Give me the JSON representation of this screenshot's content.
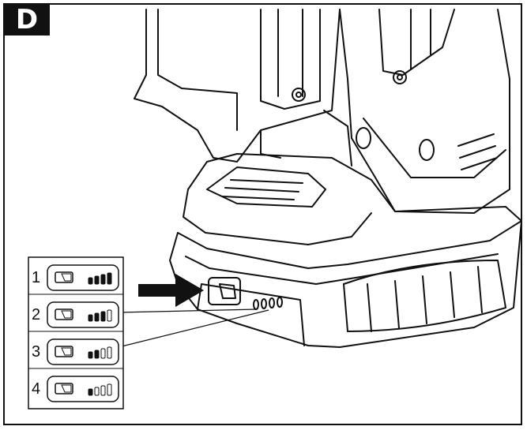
{
  "figure_label": "D",
  "indicator_states": [
    {
      "number": "1",
      "lit_bars": 4
    },
    {
      "number": "2",
      "lit_bars": 3
    },
    {
      "number": "3",
      "lit_bars": 2
    },
    {
      "number": "4",
      "lit_bars": 1
    }
  ]
}
